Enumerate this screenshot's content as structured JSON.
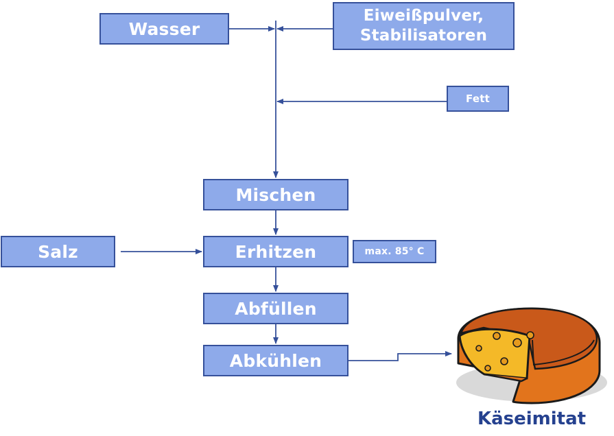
{
  "steps": {
    "wasser": "Wasser",
    "eiweiss_line1": "Eiweißpulver,",
    "eiweiss_line2": "Stabilisatoren",
    "fett": "Fett",
    "mischen": "Mischen",
    "salz": "Salz",
    "erhitzen": "Erhitzen",
    "max_temp": "max. 85° C",
    "abfuellen": "Abfüllen",
    "abkuehlen": "Abkühlen"
  },
  "product": {
    "label": "Käseimitat",
    "icon": "cheese-wheel-icon"
  },
  "colors": {
    "box_fill": "#8eaaea",
    "box_border": "#35509a",
    "arrow": "#35509a",
    "label": "#25418f"
  }
}
